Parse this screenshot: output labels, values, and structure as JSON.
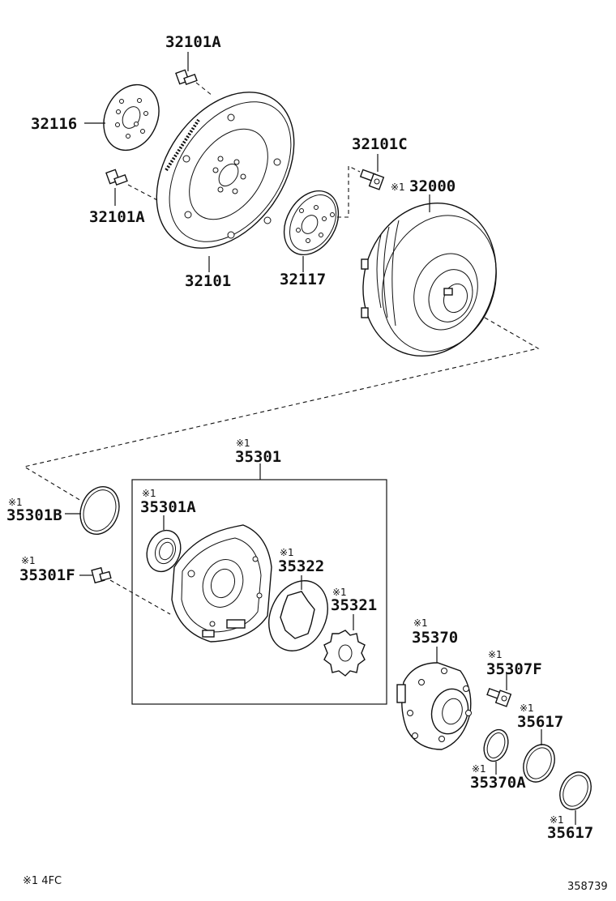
{
  "diagram": {
    "labels": {
      "p32101A_top": "32101A",
      "p32116": "32116",
      "p32101A_left": "32101A",
      "p32101": "32101",
      "p32117": "32117",
      "p32101C": "32101C",
      "p32000": "32000",
      "p35301": "35301",
      "p35301B": "35301B",
      "p35301A": "35301A",
      "p35301F": "35301F",
      "p35322": "35322",
      "p35321": "35321",
      "p35370": "35370",
      "p35307F": "35307F",
      "p35617_a": "35617",
      "p35370A": "35370A",
      "p35617_b": "35617"
    },
    "markers": {
      "m32000": "※1",
      "m35301": "※1",
      "m35301B": "※1",
      "m35301A": "※1",
      "m35301F": "※1",
      "m35322": "※1",
      "m35321": "※1",
      "m35370": "※1",
      "m35307F": "※1",
      "m35617_a": "※1",
      "m35370A": "※1",
      "m35617_b": "※1"
    },
    "footnote": "※1 4FC",
    "drawing_number": "358739"
  }
}
